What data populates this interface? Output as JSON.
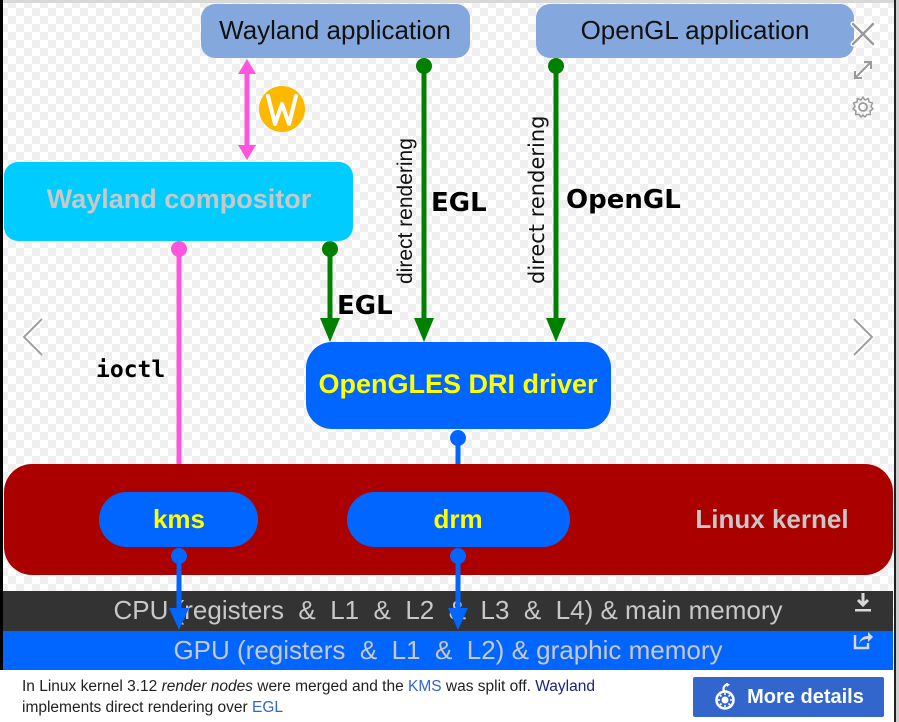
{
  "diagram": {
    "nodes": {
      "wayland_app": "Wayland application",
      "opengl_app": "OpenGL application",
      "compositor": "Wayland compositor",
      "dri_driver": "OpenGLES DRI driver",
      "kernel": "Linux kernel",
      "kms": "kms",
      "drm": "drm",
      "cpu": "CPU (registers  &  L1  &  L2  &  L3  &  L4) & main memory",
      "gpu": "GPU (registers  &  L1  &  L2) & graphic memory"
    },
    "edge_labels": {
      "egl_app": "EGL",
      "opengl_app": "OpenGL",
      "direct_rendering_1": "direct rendering",
      "direct_rendering_2": "direct rendering",
      "egl_compositor": "EGL",
      "ioctl": "ioctl"
    },
    "colors": {
      "app_box": "#84a8dd",
      "compositor_box": "#00ccff",
      "compositor_text": "#c8c8c8",
      "dri_box": "#0066ff",
      "dri_text": "#ffff00",
      "kernel_box": "#aa0000",
      "kernel_text": "#c8c8c8",
      "pink_arrow": "#ff55dd",
      "green_arrow": "#008000",
      "blue_arrow": "#0066ff",
      "cpu_bar": "#333333",
      "gpu_bar": "#0066ff",
      "wayland_logo": "#ffb800"
    }
  },
  "viewer": {
    "icons": {
      "close": "close-icon",
      "expand": "expand-icon",
      "settings": "gear-icon",
      "prev": "chevron-left-icon",
      "next": "chevron-right-icon",
      "download": "download-icon",
      "share": "share-icon"
    }
  },
  "caption": {
    "part1": "In Linux kernel 3.12 ",
    "italic": "render nodes",
    "part2": " were merged and the ",
    "link_kms": "KMS",
    "part3": " was split off. ",
    "link_wayland": "Wayland",
    "part4": " implements direct rendering over ",
    "link_egl": "EGL"
  },
  "more_details": {
    "label": "More details"
  }
}
